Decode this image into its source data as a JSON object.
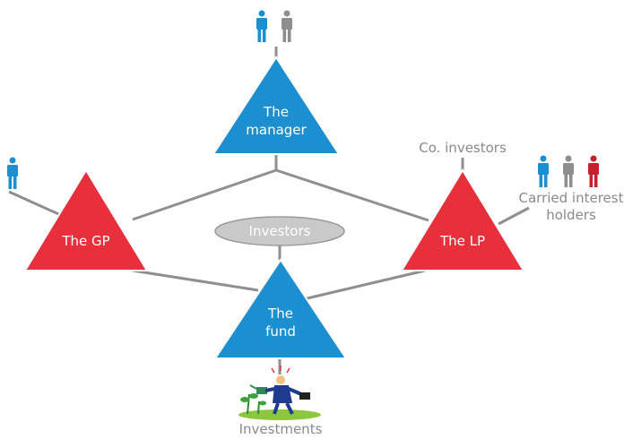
{
  "diagram": {
    "nodes": {
      "manager": {
        "line1": "The",
        "line2": "manager"
      },
      "gp": {
        "label": "The GP"
      },
      "lp": {
        "label": "The LP"
      },
      "fund": {
        "line1": "The",
        "line2": "fund"
      },
      "investors": {
        "label": "Investors"
      }
    },
    "labels": {
      "co_investors": "Co. investors",
      "carried_line1": "Carried interest",
      "carried_line2": "holders",
      "investments": "Investments"
    },
    "colors": {
      "blue": "#1b8fd0",
      "red": "#e8303c",
      "grey": "#8e8e8e",
      "crimson": "#c4202e",
      "line": "#8f8f8f",
      "oval_fill": "#c9c9c9"
    },
    "icons": {
      "person": "person-icon",
      "investments": "businessman-watering-plant-icon"
    }
  }
}
